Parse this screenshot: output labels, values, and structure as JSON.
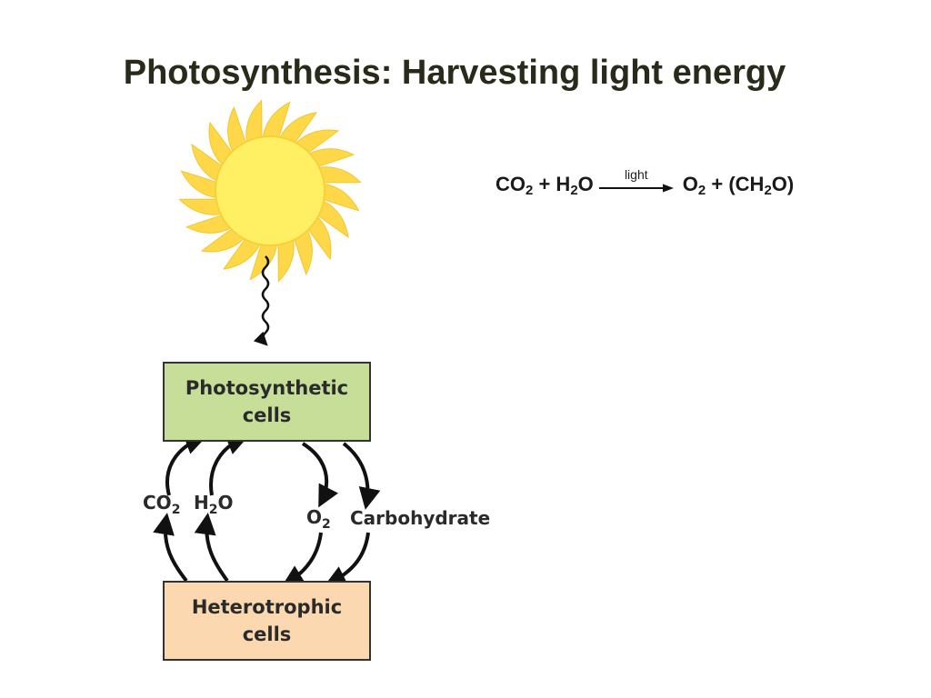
{
  "slide": {
    "title": "Photosynthesis: Harvesting light energy"
  },
  "equation": {
    "reactant1": "CO",
    "reactant1_sub": "2",
    "plus1": " + ",
    "reactant2_a": "H",
    "reactant2_sub": "2",
    "reactant2_b": "O",
    "arrow_label": "light",
    "product1": "O",
    "product1_sub": "2",
    "plus2": " + ",
    "product2_a": "(CH",
    "product2_sub": "2",
    "product2_b": "O)"
  },
  "diagram": {
    "photosynthetic_box": "Photosynthetic\ncells",
    "heterotrophic_box": "Heterotrophic\ncells",
    "labels": {
      "co2_main": "CO",
      "co2_sub": "2",
      "h2o_a": "H",
      "h2o_sub": "2",
      "h2o_b": "O",
      "o2_main": "O",
      "o2_sub": "2",
      "carbohydrate": "Carbohydrate"
    }
  },
  "colors": {
    "sun_core": "#fff063",
    "sun_rays": "#ffd84a",
    "photosynthetic_fill": "#c6de98",
    "heterotrophic_fill": "#fbd8b0",
    "title": "#2a2a1a"
  },
  "icons": [
    "sun-icon",
    "light-wave-icon",
    "cycle-arrow-icon"
  ]
}
